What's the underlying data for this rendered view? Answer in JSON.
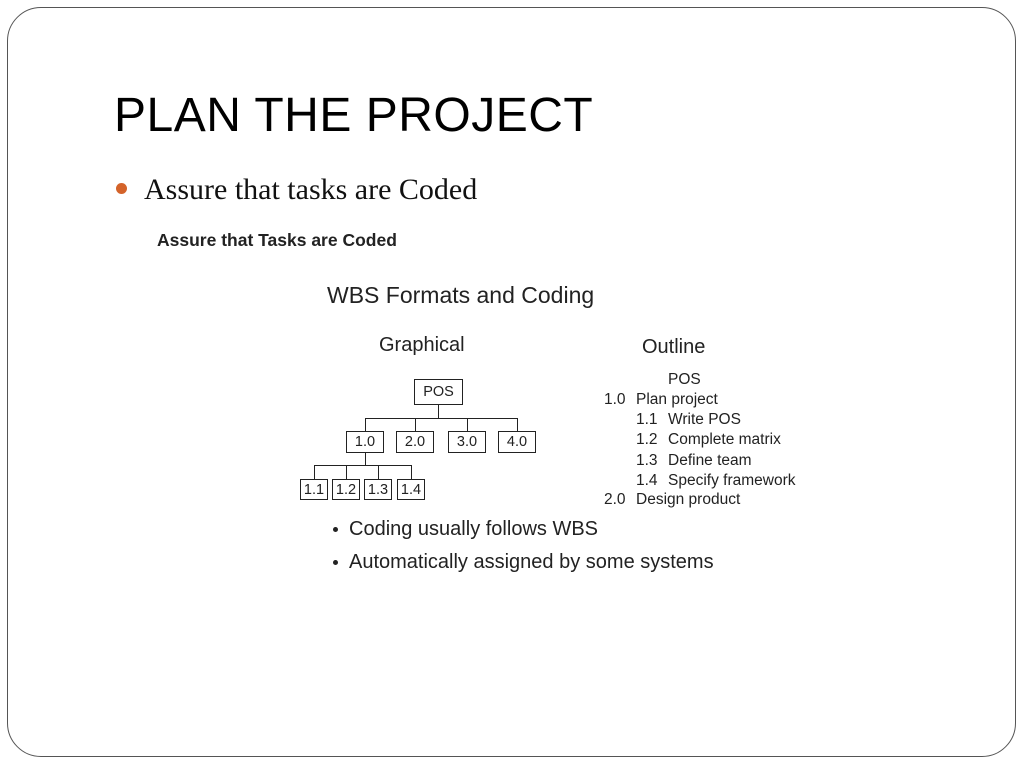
{
  "slide": {
    "title": "PLAN THE PROJECT",
    "bullet": "Assure that tasks are Coded",
    "accent_color": "#d4632a"
  },
  "figure": {
    "heading": "Assure that Tasks are Coded",
    "title": "WBS Formats and Coding",
    "graphical": {
      "heading": "Graphical",
      "root": "POS",
      "level1": [
        "1.0",
        "2.0",
        "3.0",
        "4.0"
      ],
      "level2": [
        "1.1",
        "1.2",
        "1.3",
        "1.4"
      ]
    },
    "outline": {
      "heading": "Outline",
      "root": "POS",
      "rows": [
        {
          "code": "1.0",
          "label": "Plan project",
          "level": 1
        },
        {
          "code": "1.1",
          "label": "Write POS",
          "level": 2
        },
        {
          "code": "1.2",
          "label": "Complete matrix",
          "level": 2
        },
        {
          "code": "1.3",
          "label": "Define team",
          "level": 2
        },
        {
          "code": "1.4",
          "label": "Specify framework",
          "level": 2
        },
        {
          "code": "2.0",
          "label": "Design product",
          "level": 1
        }
      ]
    },
    "bullets": [
      "Coding usually follows WBS",
      "Automatically assigned by some systems"
    ]
  }
}
